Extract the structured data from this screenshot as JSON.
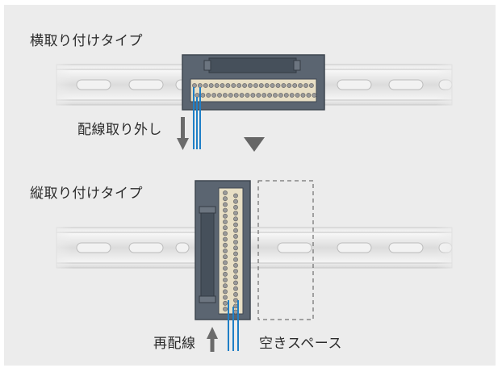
{
  "labels": {
    "horizontal_mount": "横取り付けタイプ",
    "remove_wiring": "配線取り外し",
    "vertical_mount": "縦取り付けタイプ",
    "rewire": "再配線",
    "free_space": "空きスペース"
  },
  "colors": {
    "panel_bg": "#ececec",
    "rail": "#d9d9d9",
    "rail_highlight": "#f3f3f3",
    "rail_slot": "#bdbdbd",
    "module_body": "#5a6470",
    "module_outline": "#3f4852",
    "terminal_block": "#e8dfc5",
    "terminal_screw": "#8a8a8a",
    "wire": "#1f7fc6",
    "arrow": "#6b6b6b"
  },
  "icons": {
    "down_arrow": "down-arrow-icon",
    "up_arrow": "up-arrow-icon",
    "transition": "triangle-down-icon"
  }
}
